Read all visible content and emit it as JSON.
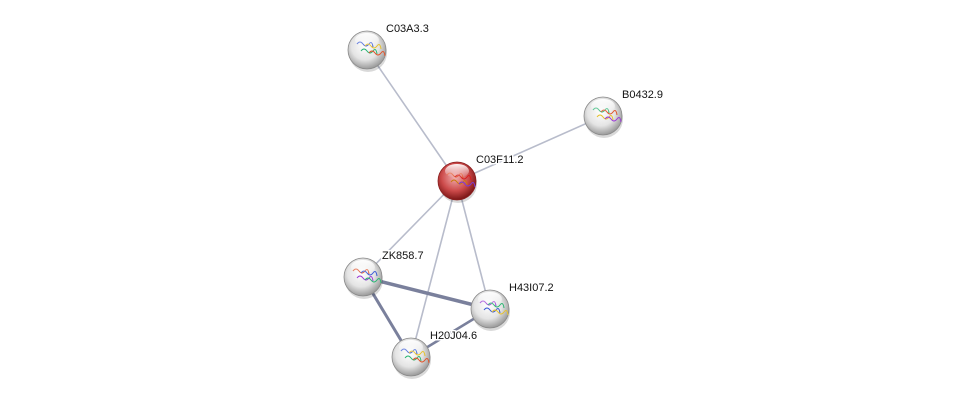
{
  "network": {
    "nodes": [
      {
        "id": "C03A3.3",
        "label": "C03A3.3",
        "color": "#e6e6e6",
        "query": false
      },
      {
        "id": "B0432.9",
        "label": "B0432.9",
        "color": "#e6e6e6",
        "query": false
      },
      {
        "id": "C03F11.2",
        "label": "C03F11.2",
        "color": "#c0393b",
        "query": true
      },
      {
        "id": "ZK858.7",
        "label": "ZK858.7",
        "color": "#e6e6e6",
        "query": false
      },
      {
        "id": "H43I07.2",
        "label": "H43I07.2",
        "color": "#e6e6e6",
        "query": false
      },
      {
        "id": "H20J04.6",
        "label": "H20J04.6",
        "color": "#e6e6e6",
        "query": false
      }
    ],
    "edges": [
      {
        "source": "C03A3.3",
        "target": "C03F11.2"
      },
      {
        "source": "B0432.9",
        "target": "C03F11.2"
      },
      {
        "source": "C03F11.2",
        "target": "ZK858.7"
      },
      {
        "source": "C03F11.2",
        "target": "H43I07.2"
      },
      {
        "source": "C03F11.2",
        "target": "H20J04.6"
      },
      {
        "source": "ZK858.7",
        "target": "H43I07.2"
      },
      {
        "source": "ZK858.7",
        "target": "H20J04.6"
      },
      {
        "source": "H20J04.6",
        "target": "H43I07.2"
      }
    ],
    "edge_color": "#b8bccb",
    "strong_edge_color": "#7a809c"
  }
}
